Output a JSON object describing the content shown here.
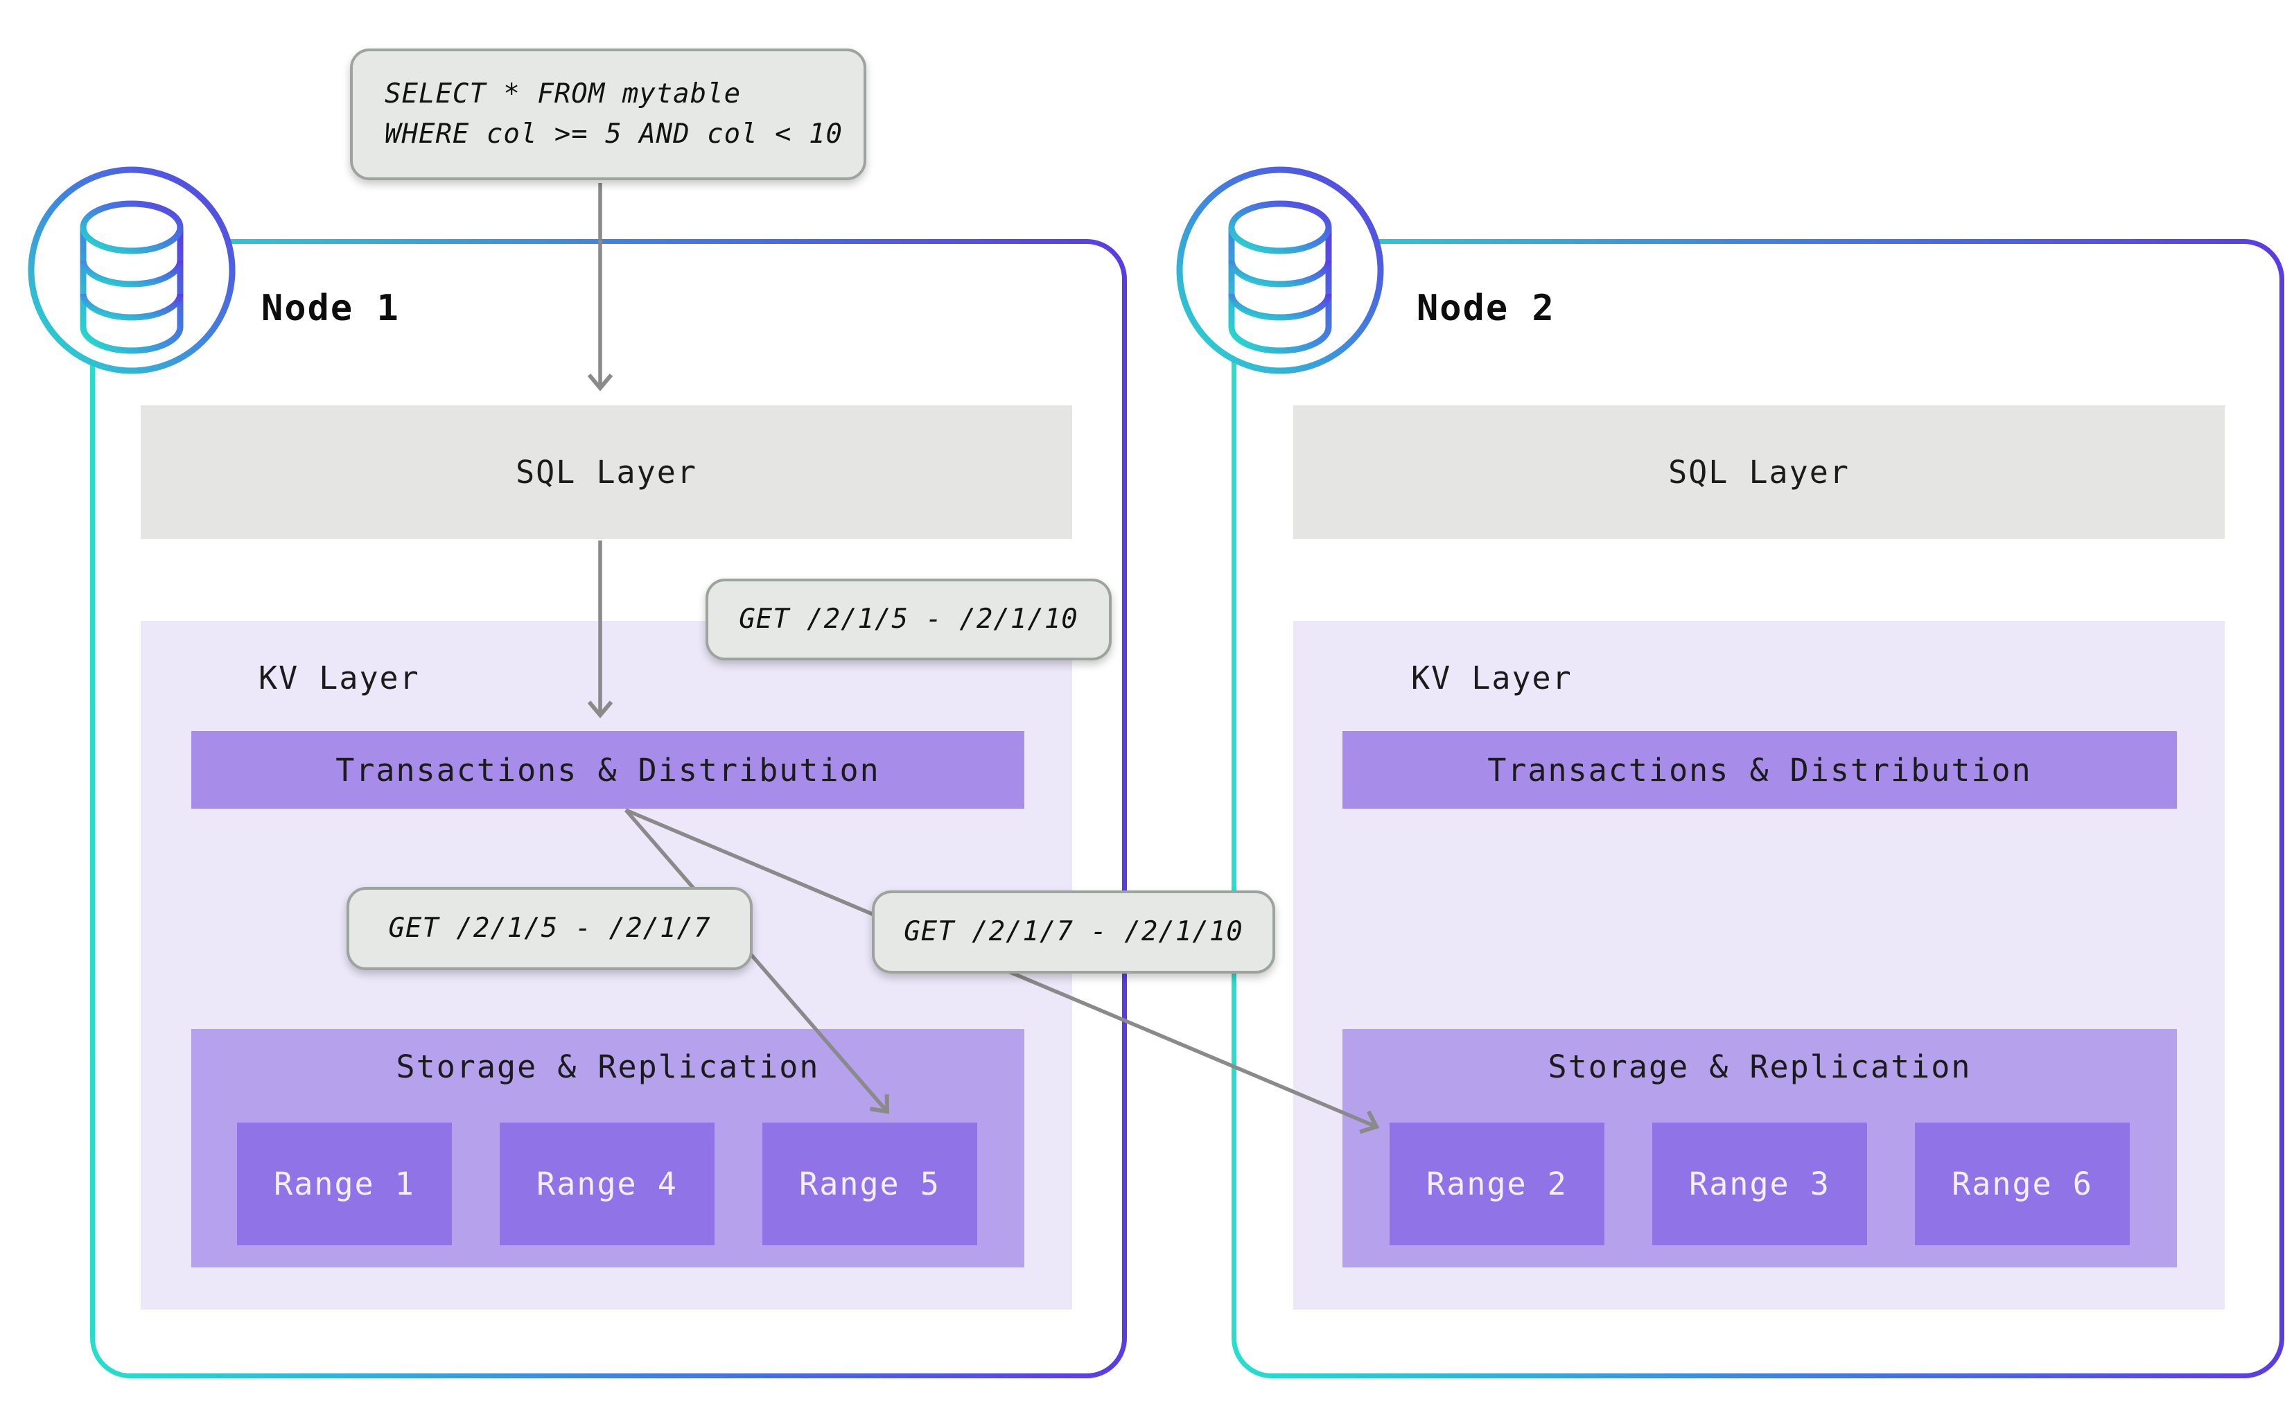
{
  "query_box": {
    "lines": [
      "SELECT * FROM mytable",
      "WHERE col >= 5 AND col < 10"
    ]
  },
  "request_labels": {
    "sql_scan": "GET /2/1/5 - /2/1/10",
    "range_local": "GET /2/1/5 - /2/1/7",
    "range_remote": "GET /2/1/7 - /2/1/10"
  },
  "nodes": [
    {
      "title": "Node 1",
      "icon": "database-icon",
      "sql_layer_label": "SQL Layer",
      "kv_layer_label": "KV Layer",
      "transactions_label": "Transactions & Distribution",
      "storage_label": "Storage & Replication",
      "ranges": [
        "Range 1",
        "Range 4",
        "Range 5"
      ]
    },
    {
      "title": "Node 2",
      "icon": "database-icon",
      "sql_layer_label": "SQL Layer",
      "kv_layer_label": "KV Layer",
      "transactions_label": "Transactions & Distribution",
      "storage_label": "Storage & Replication",
      "ranges": [
        "Range 2",
        "Range 3",
        "Range 6"
      ]
    }
  ],
  "colors": {
    "node_border_teal": "#26dfcb",
    "node_border_blue": "#3f86e0",
    "node_border_purple": "#5b3be2",
    "sql_layer_bg": "#e5e6e4",
    "kv_layer_bg": "#ece8fa",
    "transactions_bar_bg": "#a78ce9",
    "storage_bg": "#b6a1ec",
    "range_bg": "#9173e8",
    "range_text": "#f3f0fc",
    "label_box_bg": "#e6e8e6",
    "label_box_border": "#9da39d",
    "arrow": "#8a8a8a",
    "text": "#161616"
  }
}
